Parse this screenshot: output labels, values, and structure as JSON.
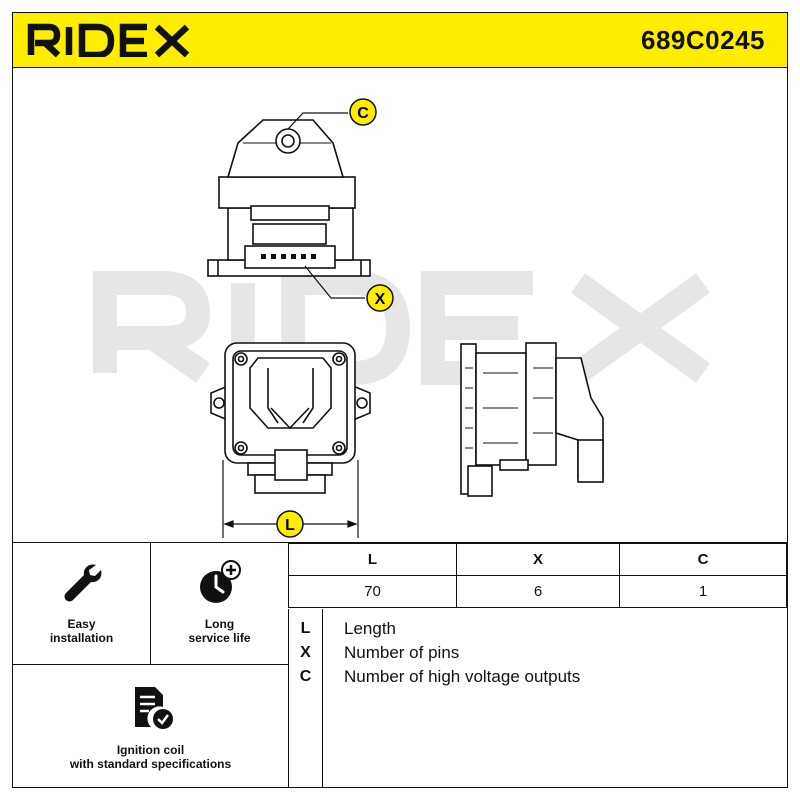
{
  "header": {
    "brand": "RIDEX",
    "part_number": "689C0245",
    "color": "#ffed00"
  },
  "drawing": {
    "watermark": "RIDEX",
    "callouts": [
      "C",
      "X",
      "L"
    ],
    "callout_color": "#ffed00"
  },
  "features": [
    {
      "icon": "wrench-icon",
      "label_lines": [
        "Easy",
        "installation"
      ]
    },
    {
      "icon": "clock-plus-icon",
      "label_lines": [
        "Long",
        "service life"
      ]
    },
    {
      "icon": "document-check-icon",
      "label_lines": [
        "Ignition coil",
        "with standard specifications"
      ]
    }
  ],
  "spec_table": {
    "headers": [
      "L",
      "X",
      "C"
    ],
    "values": [
      "70",
      "6",
      "1"
    ]
  },
  "legend": [
    {
      "key": "L",
      "desc": "Length"
    },
    {
      "key": "X",
      "desc": "Number of pins"
    },
    {
      "key": "C",
      "desc": "Number of high voltage outputs"
    }
  ]
}
